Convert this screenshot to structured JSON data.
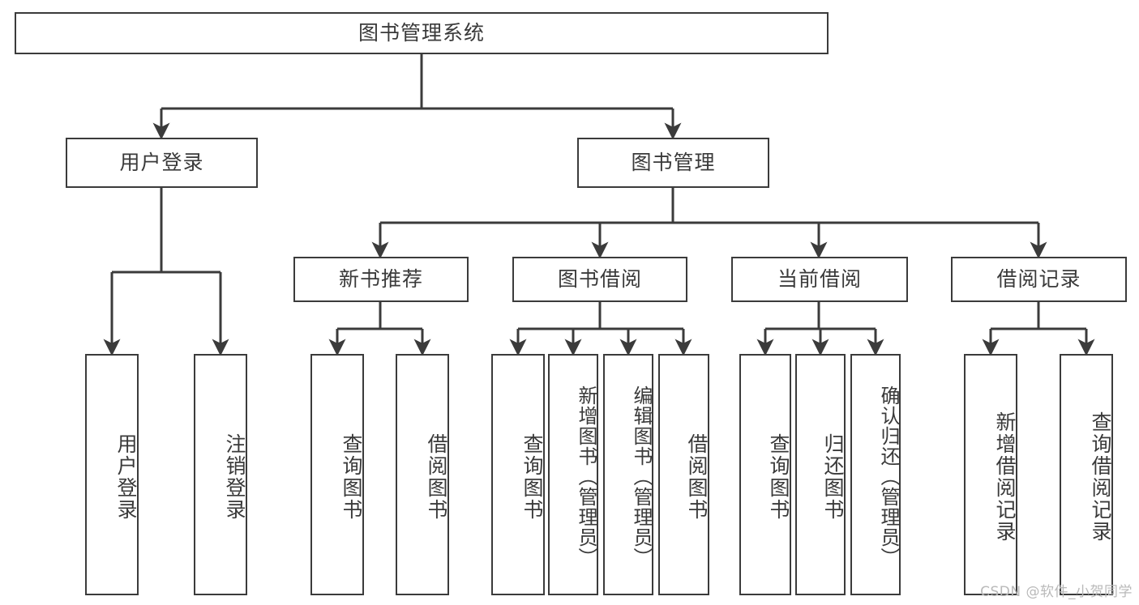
{
  "diagram": {
    "title": "图书管理系统",
    "type": "tree-hierarchy-chart",
    "root": {
      "label": "图书管理系统"
    },
    "level1": [
      {
        "label": "用户登录"
      },
      {
        "label": "图书管理"
      }
    ],
    "level2": [
      {
        "label": "新书推荐",
        "parent": "图书管理"
      },
      {
        "label": "图书借阅",
        "parent": "图书管理"
      },
      {
        "label": "当前借阅",
        "parent": "图书管理"
      },
      {
        "label": "借阅记录",
        "parent": "图书管理"
      }
    ],
    "leaves": {
      "user_login": [
        {
          "label": "用户登录"
        },
        {
          "label": "注销登录"
        }
      ],
      "new_book_recommend": [
        {
          "label": "查询图书"
        },
        {
          "label": "借阅图书"
        }
      ],
      "book_borrow": [
        {
          "label": "查询图书"
        },
        {
          "label": "新增图书（管理员）"
        },
        {
          "label": "编辑图书（管理员）"
        },
        {
          "label": "借阅图书"
        }
      ],
      "current_borrow": [
        {
          "label": "查询图书"
        },
        {
          "label": "归还图书"
        },
        {
          "label": "确认归还（管理员）"
        }
      ],
      "borrow_record": [
        {
          "label": "新增借阅记录"
        },
        {
          "label": "查询借阅记录"
        }
      ]
    },
    "watermark": "CSDN @软件_小贺同学",
    "colors": {
      "stroke": "#3b3b3b",
      "fill": "#ffffff",
      "text": "#3a3a3a",
      "watermark": "#b9b9b9"
    }
  }
}
